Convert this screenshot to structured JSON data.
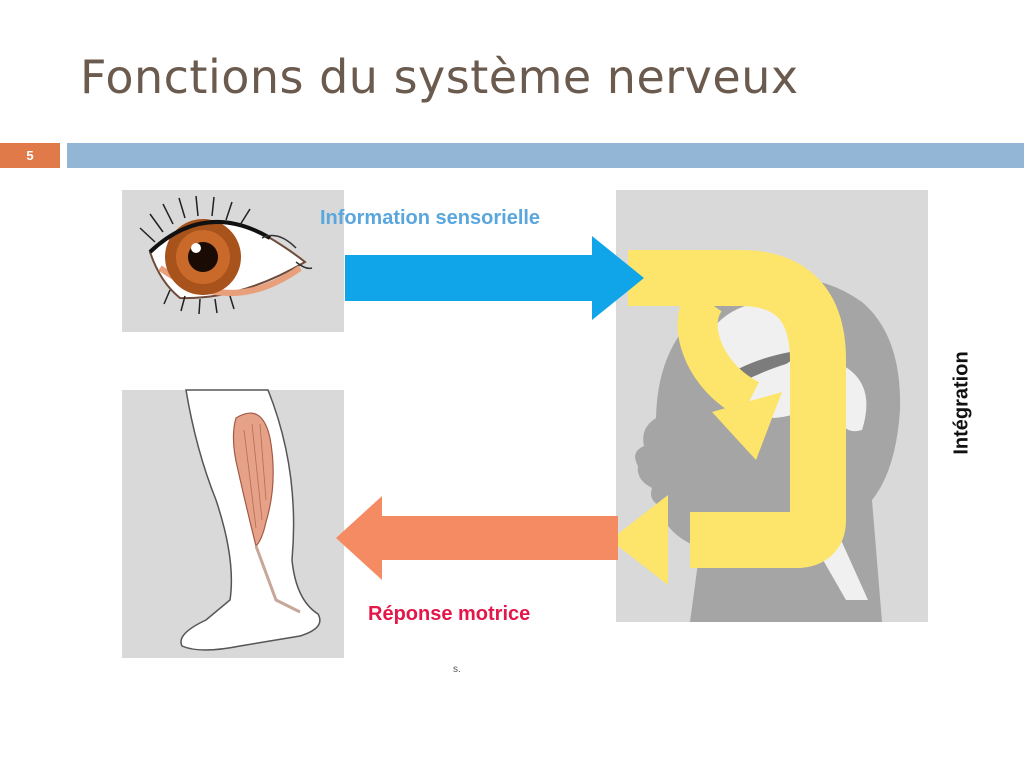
{
  "slide": {
    "title": "Fonctions du système nerveux",
    "number": "5"
  },
  "diagram": {
    "sensory_label": "Information sensorielle",
    "motor_label": "Réponse motrice",
    "integration_label": "Intégration",
    "footnote": "s."
  },
  "colors": {
    "title": "#6b5a4e",
    "accent_orange": "#e07a49",
    "header_bar": "#93b5d6",
    "sensory_arrow": "#10a5e8",
    "motor_arrow": "#f48b63",
    "integration_loop": "#fde56b",
    "sensory_text": "#5aa6de",
    "motor_text": "#e3174a"
  }
}
